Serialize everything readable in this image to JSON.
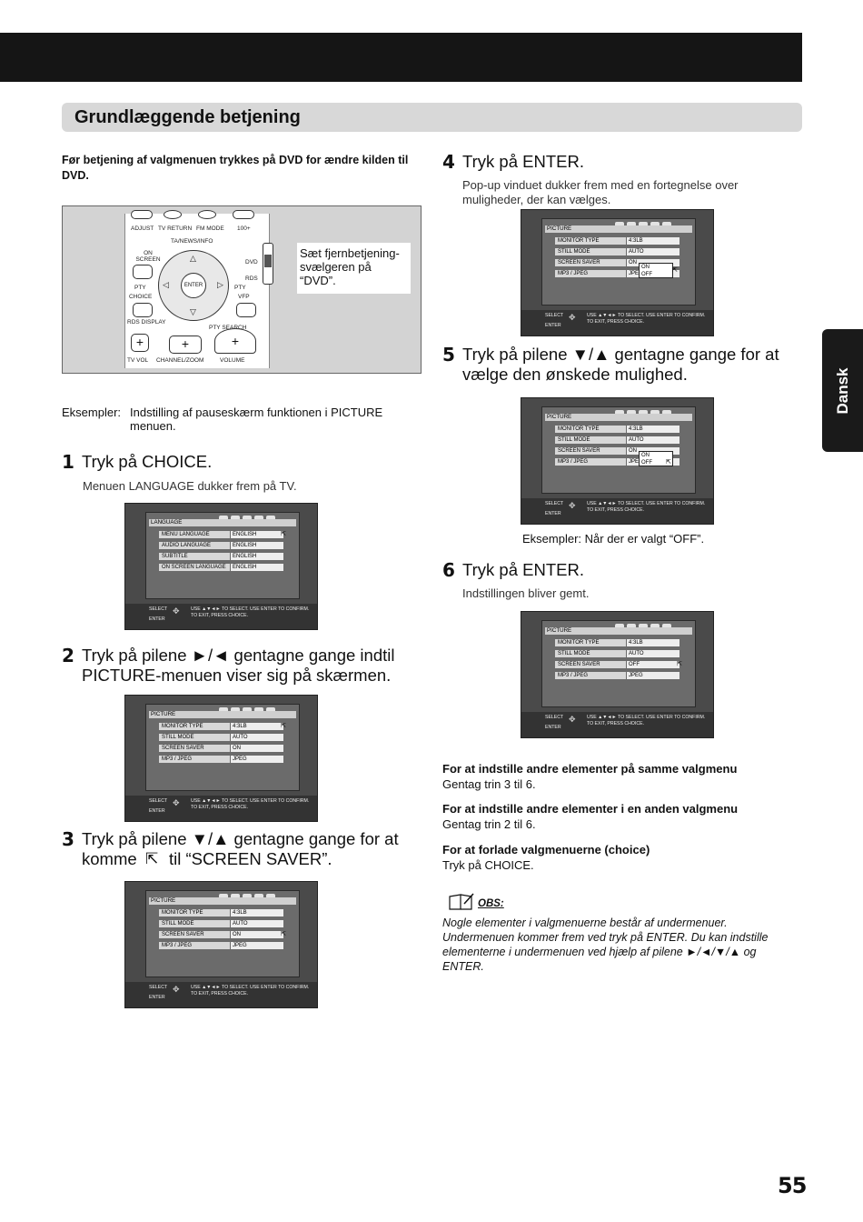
{
  "header": {
    "title": "Grundlæggende betjening"
  },
  "side_tab": "Dansk",
  "intro": "Før betjening af valgmenuen trykkes på DVD for ændre kilden til DVD.",
  "remote": {
    "labels": [
      "ADJUST",
      "TV RETURN",
      "FM MODE",
      "100+",
      "TA/NEWS/INFO",
      "ON SCREEN",
      "DVD",
      "RDS",
      "PTY",
      "PTY",
      "CHOICE",
      "VFP",
      "ENTER",
      "RDS DISPLAY",
      "PTY SEARCH",
      "TV VOL",
      "CHANNEL/ZOOM",
      "VOLUME"
    ],
    "callout": "Sæt fjernbetjening-svælgeren på “DVD”."
  },
  "examples": {
    "label": "Eksempler:",
    "text": "Indstilling af pauseskærm funktionen i PICTURE menuen."
  },
  "steps": [
    {
      "num": "1",
      "text": "Tryk på CHOICE.",
      "sub": "Menuen LANGUAGE dukker frem på TV."
    },
    {
      "num": "2",
      "line1": "Tryk på pilene ►/◄ gentagne gange indtil",
      "line2": "PICTURE-menuen viser sig på skærmen."
    },
    {
      "num": "3",
      "line1": "Tryk på pilene ▼/▲ gentagne gange for at",
      "line2a": "komme",
      "line2b": "til “SCREEN SAVER”."
    },
    {
      "num": "4",
      "text": "Tryk på ENTER.",
      "sub": "Pop-up vinduet dukker frem med en fortegnelse over muligheder, der kan vælges."
    },
    {
      "num": "5",
      "line1": "Tryk på pilene ▼/▲ gentagne gange for at",
      "line2": "vælge den ønskede mulighed.",
      "caption": "Eksempler: Når der er valgt “OFF”."
    },
    {
      "num": "6",
      "text": "Tryk på ENTER.",
      "sub": "Indstillingen bliver gemt."
    }
  ],
  "screen_common": {
    "select": "SELECT",
    "enter": "ENTER",
    "hint": "USE ▲▼◄► TO SELECT.  USE ENTER TO CONFIRM. TO EXIT, PRESS CHOICE."
  },
  "screens": {
    "language": {
      "title": "LANGUAGE",
      "rows": [
        {
          "k": "MENU LANGUAGE",
          "v": "ENGLISH"
        },
        {
          "k": "AUDIO LANGUAGE",
          "v": "ENGLISH"
        },
        {
          "k": "SUBTITLE",
          "v": "ENGLISH"
        },
        {
          "k": "ON SCREEN LANGUAGE",
          "v": "ENGLISH"
        }
      ]
    },
    "picture": {
      "title": "PICTURE",
      "rows": [
        {
          "k": "MONITOR TYPE",
          "v": "4:3LB"
        },
        {
          "k": "STILL MODE",
          "v": "AUTO"
        },
        {
          "k": "SCREEN SAVER",
          "v": "ON"
        },
        {
          "k": "MP3 / JPEG",
          "v": "JPEG"
        }
      ]
    },
    "picture_off": {
      "screen_saver_value": "OFF"
    },
    "popup": {
      "on": "ON",
      "off": "OFF"
    }
  },
  "notes": [
    {
      "head": "For at indstille andre elementer på samme valgmenu",
      "body": "Gentag trin 3 til 6."
    },
    {
      "head": "For at indstille andre elementer i en anden valgmenu",
      "body": "Gentag trin 2 til 6."
    },
    {
      "head": "For at forlade valgmenuerne (choice)",
      "body": "Tryk på CHOICE."
    }
  ],
  "obs": {
    "label": "OBS:",
    "text": "Nogle elementer i valgmenuerne består af undermenuer. Undermenuen kommer frem ved tryk på ENTER. Du kan indstille elementerne i undermenuen ved hjælp af pilene ►/◄/▼/▲ og ENTER."
  },
  "page_number": "55"
}
